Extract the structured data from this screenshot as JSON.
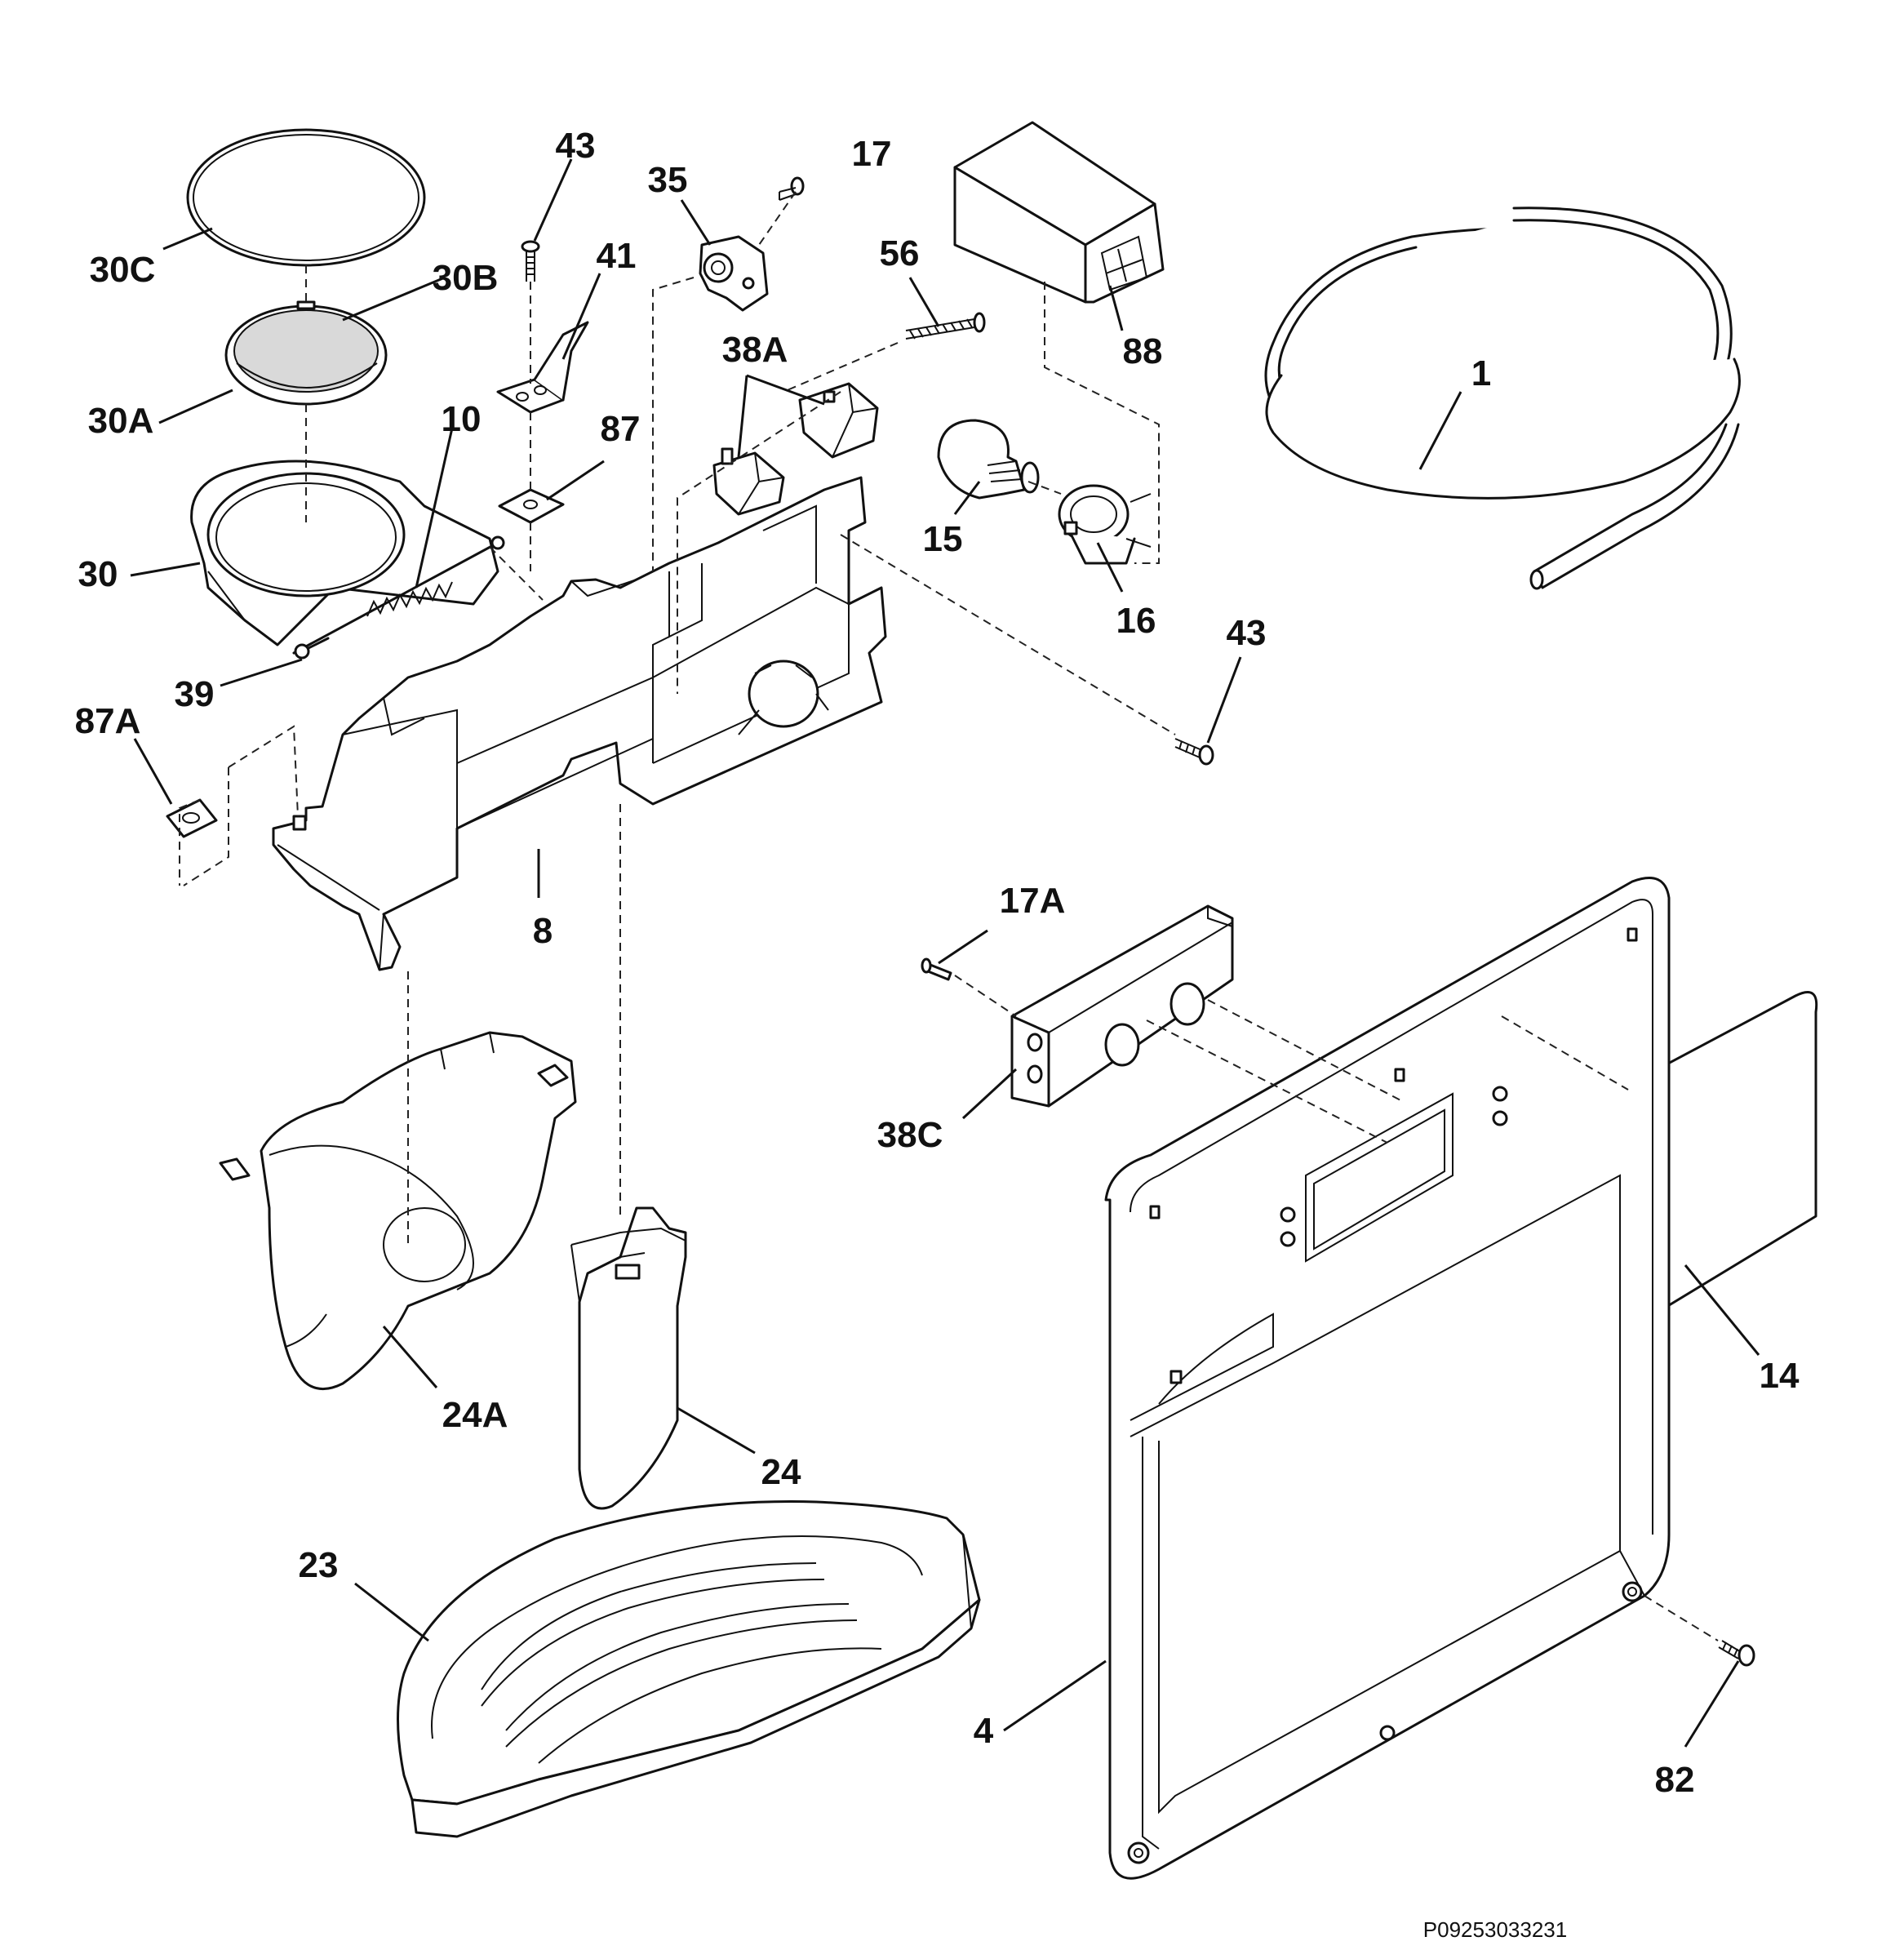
{
  "diagram": {
    "code": "P09253033231",
    "colors": {
      "line": "#111111",
      "lens": "#d9d9d9",
      "background": "#ffffff"
    },
    "parts": {
      "p30C": "30C",
      "p30B": "30B",
      "p30A": "30A",
      "p30": "30",
      "p10": "10",
      "p39": "39",
      "p87A": "87A",
      "p43a": "43",
      "p41": "41",
      "p87": "87",
      "p35": "35",
      "p17": "17",
      "p56": "56",
      "p38A": "38A",
      "p88": "88",
      "p1": "1",
      "p15": "15",
      "p16": "16",
      "p43b": "43",
      "p8": "8",
      "p17A": "17A",
      "p38C": "38C",
      "p24A": "24A",
      "p24": "24",
      "p23": "23",
      "p14": "14",
      "p4": "4",
      "p82": "82"
    }
  }
}
